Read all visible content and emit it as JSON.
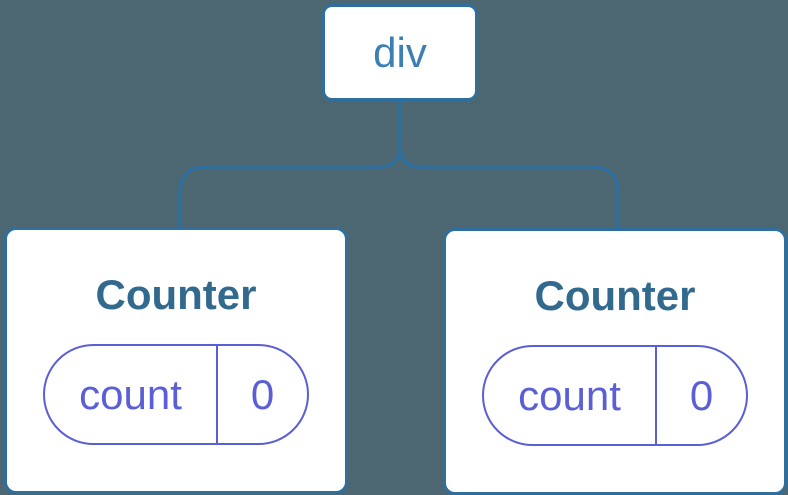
{
  "diagram": {
    "type": "component-tree",
    "root": {
      "label": "div"
    },
    "children": [
      {
        "title": "Counter",
        "state": {
          "key": "count",
          "value": "0"
        }
      },
      {
        "title": "Counter",
        "state": {
          "key": "count",
          "value": "0"
        }
      }
    ]
  },
  "colors": {
    "background": "#4C6772",
    "connector": "#2E6F9E",
    "node_border": "#2E6F9E",
    "root_label_text": "#3A80B4",
    "component_title_text": "#326A8E",
    "state_accent": "#5B5FD6",
    "card_background": "#FFFFFF"
  }
}
